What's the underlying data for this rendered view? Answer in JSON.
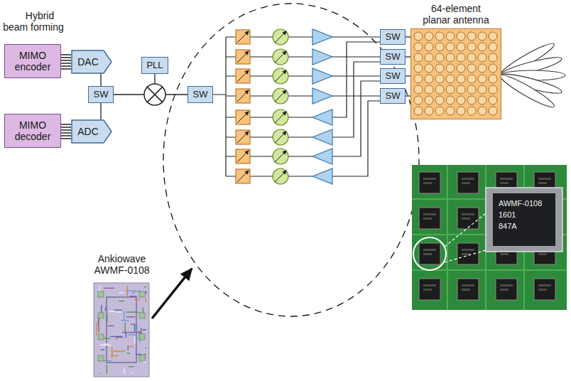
{
  "diagram": {
    "nodes": [
      {
        "text": [
          "MIMO encoder"
        ]
      },
      {
        "text": [
          "DAC"
        ]
      },
      {
        "text": [
          "MIMO decoder"
        ]
      },
      {
        "text": [
          "ADC"
        ]
      },
      {
        "text": [
          "SW"
        ]
      },
      {
        "text": [
          "PLL"
        ]
      },
      {
        "text": [
          "SW"
        ]
      },
      {
        "text": [
          "SW"
        ]
      },
      {
        "text": [
          "SW"
        ]
      },
      {
        "text": [
          "SW"
        ]
      },
      {
        "text": [
          "SW"
        ]
      },
      {
        "text": [
          "64-element planar antenna"
        ]
      }
    ],
    "edges": [
      {
        "from": 0,
        "to": 1,
        "arrow": "none"
      },
      {
        "from": 2,
        "to": 3,
        "arrow": "none"
      },
      {
        "from": 1,
        "to": 4,
        "arrow": "none"
      },
      {
        "from": 3,
        "to": 4,
        "arrow": "none"
      },
      {
        "from": 4,
        "to": 6,
        "arrow": "none"
      },
      {
        "from": 7,
        "to": 11,
        "arrow": "none"
      },
      {
        "from": 8,
        "to": 11,
        "arrow": "none"
      },
      {
        "from": 9,
        "to": 11,
        "arrow": "none"
      },
      {
        "from": 10,
        "to": 11,
        "arrow": "none"
      }
    ],
    "labels": [
      "Hybrid beam forming",
      "Ankiowave AWMF-0108",
      "AWMF-0108",
      "1601",
      "847A"
    ]
  }
}
